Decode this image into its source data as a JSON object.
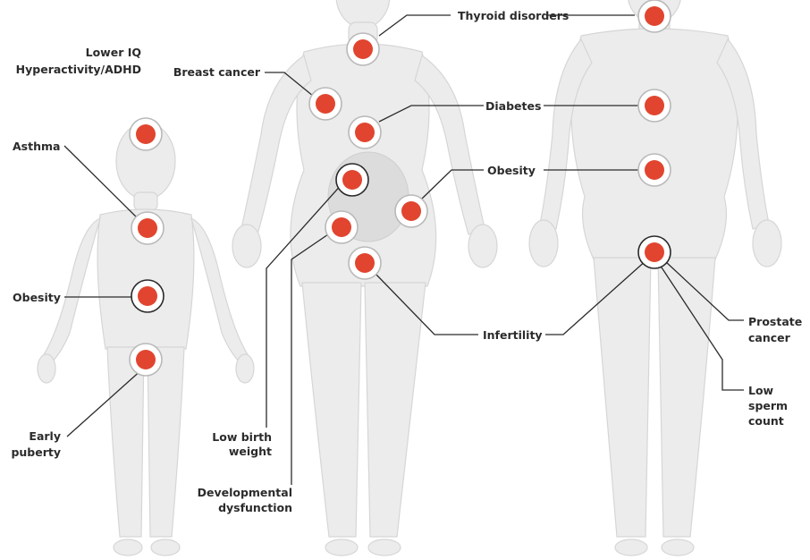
{
  "colors": {
    "marker": "#e1452f",
    "ring_light": "#b9b9b9",
    "ring_dark": "#2a2a2a",
    "body": "#ececec",
    "text": "#2b2b2b"
  },
  "figures": {
    "child": {
      "labels": {
        "lower_iq": "Lower IQ",
        "adhd": "Hyperactivity/ADHD",
        "asthma": "Asthma",
        "obesity": "Obesity",
        "early_puberty_1": "Early",
        "early_puberty_2": "puberty"
      }
    },
    "woman": {
      "labels": {
        "breast_cancer": "Breast cancer",
        "thyroid": "Thyroid disorders",
        "diabetes": "Diabetes",
        "obesity": "Obesity",
        "infertility": "Infertility",
        "low_birth_weight_1": "Low birth",
        "low_birth_weight_2": "weight",
        "developmental_1": "Developmental",
        "developmental_2": "dysfunction"
      }
    },
    "man": {
      "labels": {
        "prostate_1": "Prostate",
        "prostate_2": "cancer",
        "low_sperm_1": "Low",
        "low_sperm_2": "sperm",
        "low_sperm_3": "count"
      }
    }
  }
}
